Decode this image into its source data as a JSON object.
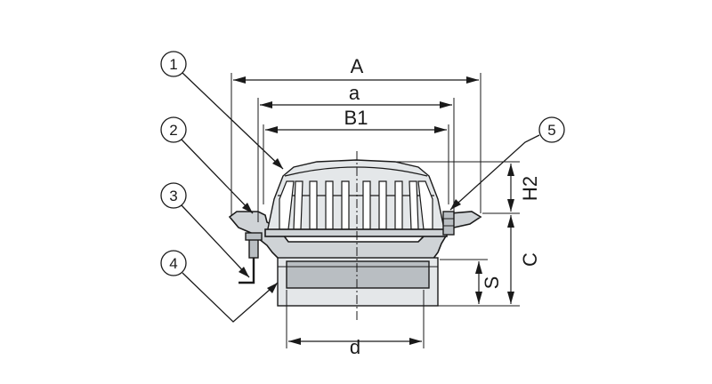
{
  "dimensions": {
    "A": "A",
    "a": "a",
    "B1": "B1",
    "H2": "H2",
    "C": "C",
    "S": "S",
    "d": "d"
  },
  "callouts": [
    {
      "num": "1"
    },
    {
      "num": "2"
    },
    {
      "num": "3"
    },
    {
      "num": "4"
    },
    {
      "num": "5"
    }
  ]
}
